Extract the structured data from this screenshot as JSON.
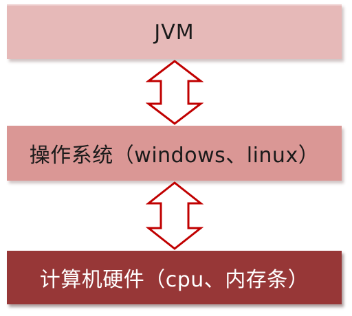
{
  "layers": [
    {
      "label": "JVM"
    },
    {
      "label": "操作系统（windows、linux）"
    },
    {
      "label": "计算机硬件（cpu、内存条）"
    }
  ],
  "colors": {
    "jvm_fill": "#e6b9b8",
    "os_fill": "#da9795",
    "hardware_fill": "#973737",
    "arrow_stroke": "#c00000",
    "arrow_fill": "#ffffff"
  },
  "icons": {
    "connector": "double-headed-vertical-arrow-icon"
  }
}
